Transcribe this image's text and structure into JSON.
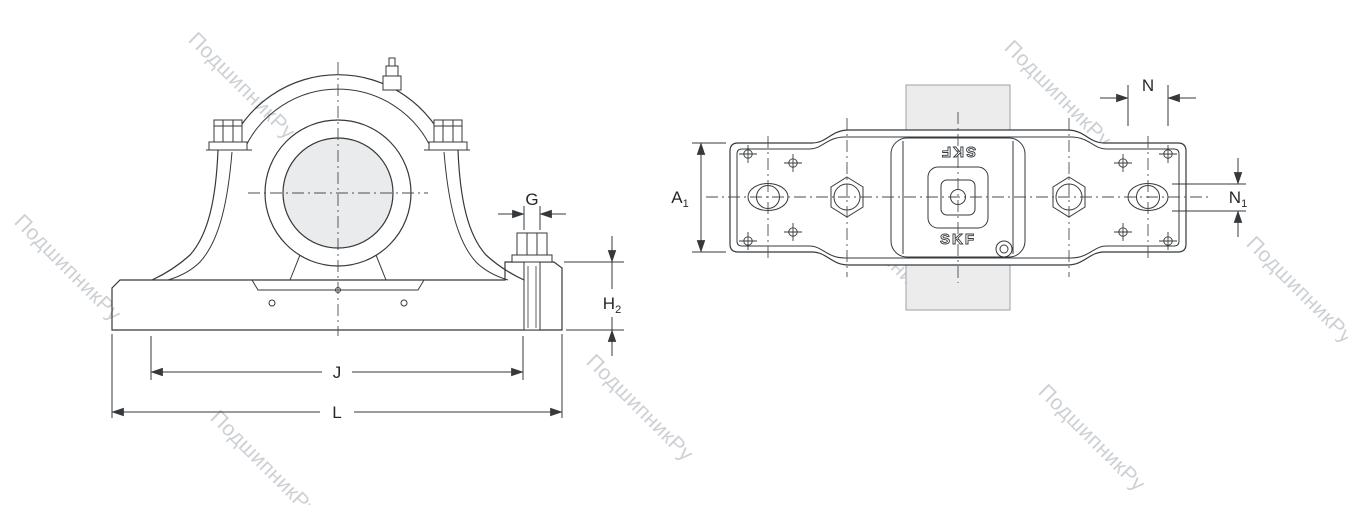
{
  "watermark": {
    "text": "ПодшипникРу"
  },
  "brand": {
    "name": "SKF"
  },
  "views": {
    "front": {
      "dimensions": {
        "G": {
          "label": "G"
        },
        "H2": {
          "base": "H",
          "sub": "2"
        },
        "J": {
          "label": "J"
        },
        "L": {
          "label": "L"
        }
      }
    },
    "plan": {
      "dimensions": {
        "N": {
          "label": "N"
        },
        "A1": {
          "base": "A",
          "sub": "1"
        },
        "N1": {
          "base": "N",
          "sub": "1"
        }
      }
    }
  }
}
